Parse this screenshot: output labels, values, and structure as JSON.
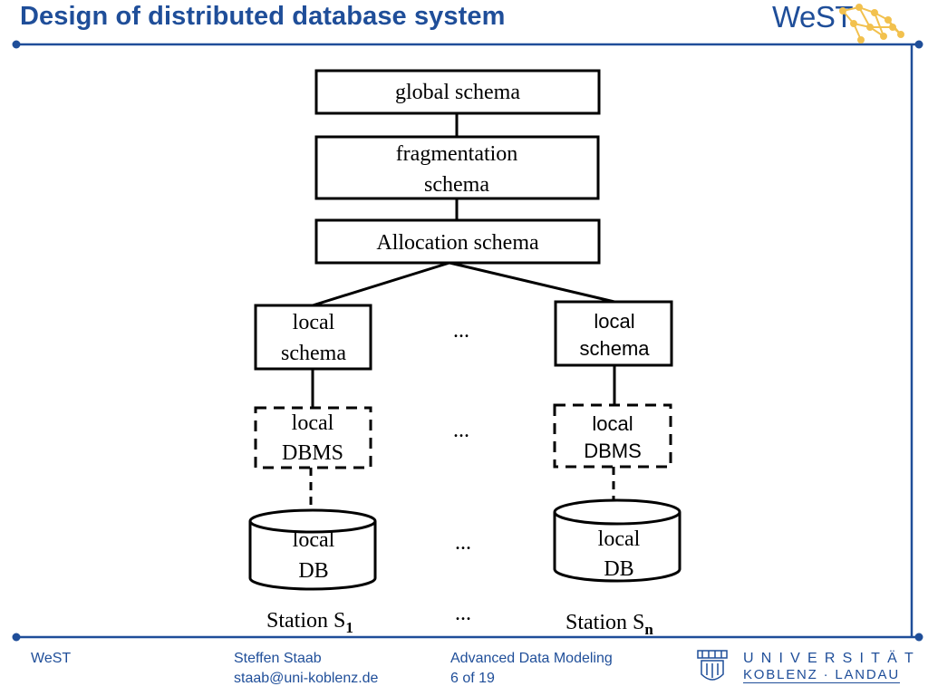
{
  "header": {
    "title": "Design of distributed database system",
    "logo_text": "WeST"
  },
  "diagram": {
    "global_schema": "global schema",
    "fragmentation_line1": "fragmentation",
    "fragmentation_line2": "schema",
    "allocation_schema": "Allocation schema",
    "local_schema_left_line1": "local",
    "local_schema_left_line2": "schema",
    "local_schema_right_line1": "local",
    "local_schema_right_line2": "schema",
    "local_dbms_left_line1": "local",
    "local_dbms_left_line2": "DBMS",
    "local_dbms_right_line1": "local",
    "local_dbms_right_line2": "DBMS",
    "local_db_left_line1": "local",
    "local_db_left_line2": "DB",
    "local_db_right_line1": "local",
    "local_db_right_line2": "DB",
    "ellipsis": "...",
    "station_left_prefix": "Station S",
    "station_left_sub": "1",
    "station_right_prefix": "Station S",
    "station_right_sub": "n"
  },
  "footer": {
    "org": "WeST",
    "author": "Steffen Staab",
    "email": "staab@uni-koblenz.de",
    "course": "Advanced Data Modeling",
    "page": "6 of 19",
    "uni_line1": "UNIVERSITÄT",
    "uni_line2": "KOBLENZ · LANDAU"
  },
  "colors": {
    "brand_blue": "#1f4e99",
    "logo_accent": "#f2c14e"
  },
  "icons": [
    "west-network-logo-icon",
    "university-seal-icon"
  ]
}
